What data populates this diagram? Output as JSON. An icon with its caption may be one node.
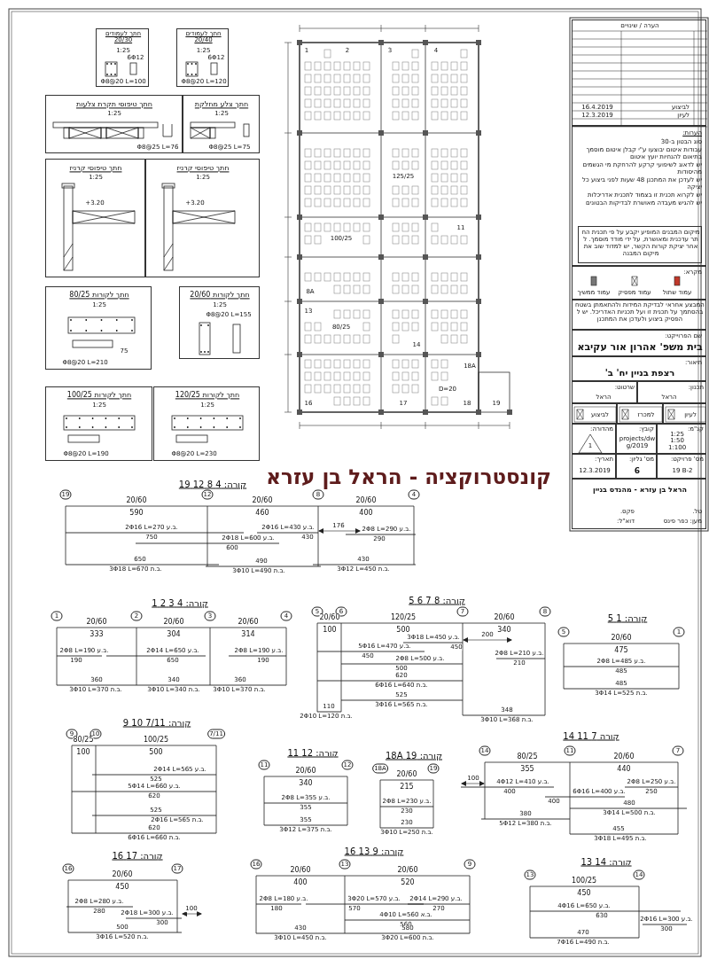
{
  "diagram": {
    "title": "קונסטרוקציה - הראל בן עזרא",
    "nodes": [
      {
        "text": [
          "חתך לעמודים 20/30",
          "1:25",
          "6Φ12",
          "Φ8@20 L=100"
        ]
      },
      {
        "text": [
          "חתך לעמודים 20/40",
          "1:25",
          "6Φ12",
          "Φ8@20 L=120"
        ]
      },
      {
        "text": [
          "חתך טיפוסי תקרת צלעות",
          "1:25",
          "Φ8@25 L=76"
        ]
      },
      {
        "text": [
          "חתך צלע מחלקת",
          "1:25",
          "Φ8@25 L=75"
        ]
      },
      {
        "text": [
          "חתך טיפוסי קרניז",
          "1:25",
          "+3.20"
        ]
      },
      {
        "text": [
          "חתך טיפוסי קרניז",
          "1:25",
          "+3.20"
        ]
      },
      {
        "text": [
          "חתך לקורות 80/25",
          "1:25",
          "Φ8@20 L=210",
          "75"
        ]
      },
      {
        "text": [
          "חתך לקורות 20/60",
          "1:25",
          "Φ8@20 L=155"
        ]
      },
      {
        "text": [
          "חתך לקורות 100/25",
          "1:25",
          "Φ8@20 L=190"
        ]
      },
      {
        "text": [
          "חתך לקורות 120/25",
          "1:25",
          "Φ8@20 L=230"
        ]
      },
      {
        "text": [
          "הערה / שינויים",
          "לביצוע",
          "16.4.2019",
          "לעיון",
          "12.3.2019"
        ]
      },
      {
        "text": [
          "הערות:",
          "סוג הבטון ב-30",
          "עבודות איטום יבוצעו ע\"י קבלן איטום מוסמך בתיאום להנחיות יועץ איטום",
          "יש לדאוג לשיפועי קרקע להרחקת מי הגשמים מהיסודות",
          "יש לעדכן את המתכנן 48 שעות לפני ביצוע כל יציקה",
          "יש לקרוא תכנית זו בצמוד לתכנית אדריכלות",
          "יש להגיש מעבדה מאושרת לבדיקות הבטונים"
        ]
      },
      {
        "text": [
          "מיקום המבנים המופיע יקבע על פי תכנית החתר עדכנית ומאושרת, על ידי מודד מוסמך. לאחר יציקת קורות הקשר, יש למדוד שוב את מיקום המבנה"
        ],
        "in": 11
      },
      {
        "text": [
          "מקרא:"
        ]
      },
      {
        "text": [
          "המבצע אחראי לבדיקת המידות ולהתאמתן בשטח בהסתמך על תכנית זו ועל תכניות האדריכל. יש להפסיק ביצוע ולעדכן את המתכנן"
        ]
      },
      {
        "text": [
          "שם הפרוייקט:",
          "בית משפ' אהרון אור עקיבא"
        ]
      },
      {
        "text": [
          "תיאור:",
          "רצפת בניין יח' ב'"
        ]
      },
      {
        "text": [
          "תכנון:",
          "הראל"
        ]
      },
      {
        "text": [
          "שרטוט:",
          "הראל"
        ]
      },
      {
        "text": [
          "לעיון"
        ]
      },
      {
        "text": [
          "למכרז"
        ]
      },
      {
        "text": [
          "לביצוע"
        ]
      },
      {
        "text": [
          "קנ\"מ:",
          "1:25 1:50 1:100"
        ]
      },
      {
        "text": [
          "קובץ:",
          "projects/dwg/2019"
        ]
      },
      {
        "text": [
          "מהדורה:",
          "1"
        ]
      },
      {
        "text": [
          "מס' פרויקט:",
          "19 B-2"
        ]
      },
      {
        "text": [
          "מס' גליון:",
          "6"
        ]
      },
      {
        "text": [
          "תאריך:",
          "12.3.2019"
        ]
      },
      {
        "text": [
          "הראל בן עזרא - מהנדס בניין",
          "טל.",
          "פקס.",
          "מען: כפר פינס",
          "דוא\"ל:"
        ]
      }
    ],
    "labels": [
      "קורה: 4 8 12 19",
      "19",
      "12",
      "8",
      "4",
      "20/60",
      "20/60",
      "20/60",
      "590",
      "460",
      "400",
      "2Φ16 L=270 ב.ע.",
      "750",
      "2Φ18 L=600 ב.ע.",
      "600",
      "2Φ16 L=430 ב.ע.",
      "430",
      "2Φ8 L=290 ב.ע.",
      "290",
      "3Φ18 L=670 ב.ת.",
      "650",
      "3Φ10 L=490 ב.ת.",
      "490",
      "3Φ12 L=450 ב.ת.",
      "430",
      "176",
      "קורה: 4 3 2 1",
      "1",
      "2",
      "3",
      "4",
      "20/60",
      "20/60",
      "20/60",
      "333",
      "304",
      "314",
      "2Φ8 L=190 ב.ע.",
      "190",
      "2Φ14 L=650 ב.ע.",
      "650",
      "2Φ8 L=190 ב.ע.",
      "190",
      "3Φ10 L=370 ב.ת.",
      "360",
      "3Φ10 L=340 ב.ת.",
      "340",
      "3Φ10 L=370 ב.ת.",
      "360",
      "קורה: 8 7 6 5",
      "5",
      "6",
      "7",
      "8",
      "20/60",
      "120/25",
      "20/60",
      "100",
      "500",
      "340",
      "5Φ16 L=470 ב.ע.",
      "450",
      "3Φ18 L=450 ב.ע.",
      "450",
      "2Φ8 L=210 ב.ע.",
      "210",
      "2Φ8 L=500 ב.ע.",
      "500",
      "6Φ16 L=640 ב.ת.",
      "620",
      "3Φ16 L=565 ב.ת.",
      "525",
      "2Φ10 L=120 ב.ת.",
      "110",
      "3Φ10 L=368 ב.ת.",
      "348",
      "200",
      "קורה: 1 5",
      "5",
      "1",
      "20/60",
      "475",
      "2Φ8 L=485 ב.ע.",
      "485",
      "3Φ14 L=525 ב.ת.",
      "485",
      "קורה: 7/11 10 9",
      "9",
      "10",
      "7/11",
      "80/25",
      "100/25",
      "100",
      "500",
      "2Φ14 L=565 ב.ע.",
      "525",
      "5Φ14 L=660 ב.ע.",
      "620",
      "2Φ16 L=565 ב.ת.",
      "525",
      "6Φ16 L=660 ב.ת.",
      "620",
      "קורה: 12 11",
      "11",
      "12",
      "20/60",
      "340",
      "2Φ8 L=355 ב.ע.",
      "355",
      "3Φ12 L=375 ב.ת.",
      "355",
      "קורה: 19 18A",
      "18A",
      "19",
      "20/60",
      "215",
      "2Φ8 L=230 ב.ע.",
      "230",
      "3Φ10 L=250 ב.ת.",
      "230",
      "קורה 7 11 14",
      "14",
      "11",
      "7",
      "80/25",
      "20/60",
      "355",
      "440",
      "4Φ12 L=410 ב.ע.",
      "400",
      "6Φ16 L=400 ב.ע.",
      "400",
      "2Φ8 L=250 ב.ע.",
      "250",
      "3Φ14 L=500 ב.ת.",
      "480",
      "5Φ12 L=380 ב.ת.",
      "380",
      "3Φ18 L=495 ב.ת.",
      "455",
      "100",
      "קורה: 17 16",
      "16",
      "17",
      "20/60",
      "450",
      "2Φ8 L=280 ב.ע.",
      "280",
      "2Φ18 L=300 ב.ע.",
      "300",
      "3Φ16 L=520 ב.ת.",
      "500",
      "100",
      "קורה: 9 13 16",
      "16",
      "13",
      "9",
      "20/60",
      "20/60",
      "400",
      "520",
      "2Φ8 L=180 ב.ע.",
      "180",
      "3Φ20 L=570 ב.ע.",
      "570",
      "2Φ14 L=290 ב.ע.",
      "270",
      "4Φ10 L=560 ב.א.",
      "560",
      "3Φ10 L=450 ב.ת.",
      "430",
      "3Φ20 L=600 ב.ת.",
      "580",
      "קורה: 14 13",
      "13",
      "14",
      "100/25",
      "450",
      "4Φ16 L=650 ב.ע.",
      "630",
      "2Φ16 L=300 ב.ע.",
      "300",
      "7Φ16 L=490 ב.ת.",
      "470",
      "1",
      "2",
      "3",
      "4",
      "11",
      "8A",
      "13",
      "14",
      "16",
      "17",
      "18",
      "18A",
      "19",
      "D=20",
      "100/25",
      "125/25",
      "80/25"
    ],
    "legend": [
      {
        "text": "עמוד שתול"
      },
      {
        "text": "עמוד מפסיק"
      },
      {
        "text": "עמוד ממשיך"
      }
    ]
  }
}
